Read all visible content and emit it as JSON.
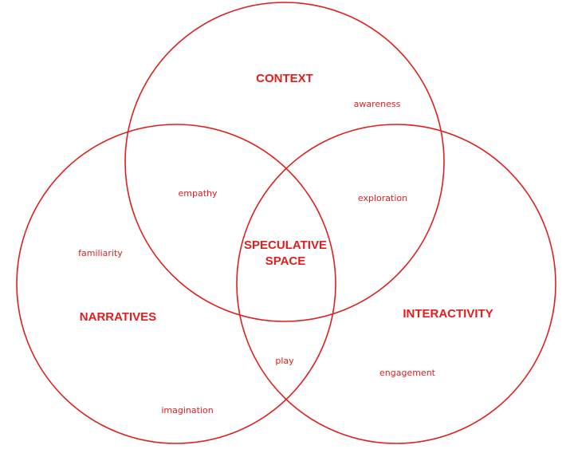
{
  "colors": {
    "accent": "#e01e1e",
    "background": "#ffffff"
  },
  "sets": {
    "context": {
      "label": "CONTEXT"
    },
    "narratives": {
      "label": "NARRATIVES"
    },
    "interactivity": {
      "label": "INTERACTIVITY"
    }
  },
  "terms": {
    "awareness": "awareness",
    "empathy": "empathy",
    "exploration": "exploration",
    "familiarity": "familiarity",
    "play": "play",
    "engagement": "engagement",
    "imagination": "imagination"
  },
  "center": {
    "line1": "SPECULATIVE",
    "line2": "SPACE"
  }
}
